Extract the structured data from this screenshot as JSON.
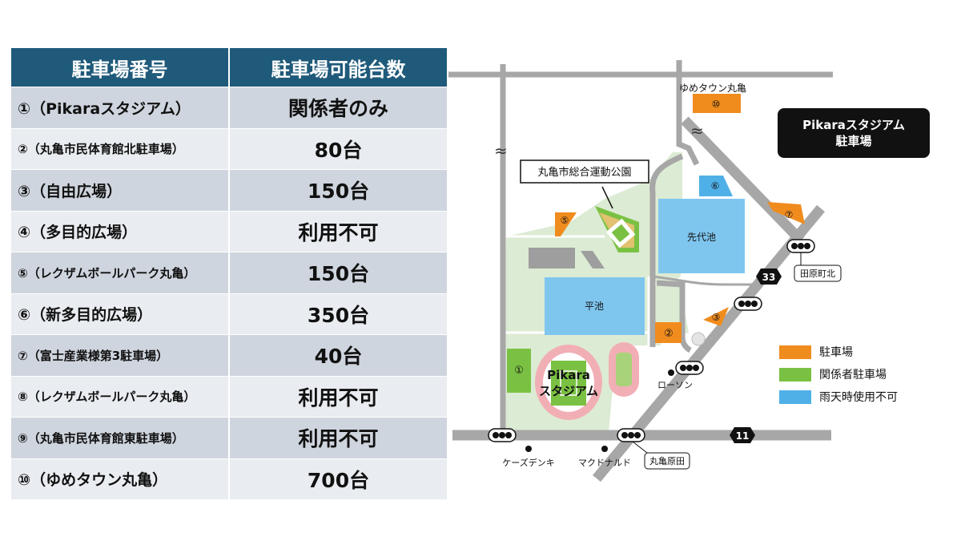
{
  "table": {
    "headers": {
      "lot": "駐車場番号",
      "capacity": "駐車場可能台数"
    },
    "rows": [
      {
        "lot": "①（Pikaraスタジアム）",
        "capacity": "関係者のみ",
        "size": "lg"
      },
      {
        "lot": "②（丸亀市民体育館北駐車場）",
        "capacity": "80台",
        "size": "sm"
      },
      {
        "lot": "③（自由広場）",
        "capacity": "150台",
        "size": "lg"
      },
      {
        "lot": "④（多目的広場）",
        "capacity": "利用不可",
        "size": "lg"
      },
      {
        "lot": "⑤（レクザムボールパーク丸亀）",
        "capacity": "150台",
        "size": "sm"
      },
      {
        "lot": "⑥（新多目的広場）",
        "capacity": "350台",
        "size": "lg"
      },
      {
        "lot": "⑦（富士産業様第3駐車場）",
        "capacity": "40台",
        "size": "sm"
      },
      {
        "lot": "⑧（レクザムボールパーク丸亀）",
        "capacity": "利用不可",
        "size": "sm"
      },
      {
        "lot": "⑨（丸亀市民体育館東駐車場）",
        "capacity": "利用不可",
        "size": "sm"
      },
      {
        "lot": "⑩（ゆめタウン丸亀）",
        "capacity": "700台",
        "size": "lg"
      }
    ]
  },
  "map": {
    "stadium_box": {
      "line1": "Pikaraスタジアム",
      "line2": "駐車場"
    },
    "park_label": "丸亀市総合運動公園",
    "stadium_label": {
      "line1": "Pikara",
      "line2": "スタジアム"
    },
    "ponds": {
      "sendai": "先代池",
      "hira": "平池"
    },
    "markers": {
      "m1": "①",
      "m2": "②",
      "m3": "③",
      "m5": "⑤",
      "m6": "⑥",
      "m7": "⑦",
      "m10": "⑩"
    },
    "places": {
      "yumetown": "ゆめタウン丸亀",
      "lawson": "ローソン",
      "kz": "ケーズデンキ",
      "mcd": "マクドナルド"
    },
    "intersections": {
      "tahara_kita": "田原町北",
      "marugame_harada": "丸亀原田"
    },
    "routes": {
      "r33": "33",
      "r11": "11"
    },
    "break_mark": "≈"
  },
  "legend": [
    {
      "label": "駐車場",
      "color": "#f08c1e"
    },
    {
      "label": "関係者駐車場",
      "color": "#7ac143"
    },
    {
      "label": "雨天時使用不可",
      "color": "#4fb0e8"
    }
  ],
  "colors": {
    "parking": "#f08c1e",
    "staff_parking": "#7ac143",
    "rain_unusable": "#4fb0e8",
    "park_green": "#dcebd3",
    "road_gray": "#a7a7a7",
    "header_blue": "#1f5a7a"
  }
}
